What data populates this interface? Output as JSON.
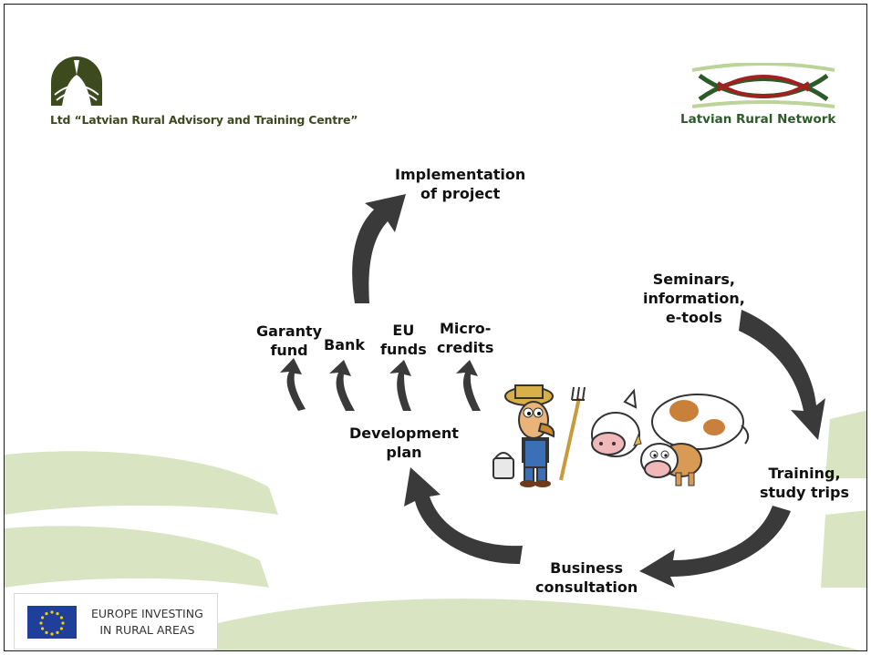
{
  "logos": {
    "left_text": "Ltd “Latvian Rural Advisory and Training Centre”",
    "right_text": "Latvian Rural Network"
  },
  "labels": {
    "implementation": [
      "Implementation",
      "of project"
    ],
    "seminars": [
      "Seminars,",
      "information,",
      "e-tools"
    ],
    "training": [
      "Training,",
      "study trips"
    ],
    "business": [
      "Business",
      "consultation"
    ],
    "development": [
      "Development",
      "plan"
    ],
    "garanty": [
      "Garanty",
      "fund"
    ],
    "bank": "Bank",
    "eu_funds": [
      "EU",
      "funds"
    ],
    "micro": [
      "Micro-",
      "credits"
    ]
  },
  "eu_badge": {
    "line1": "EUROPE INVESTING",
    "line2": "IN RURAL AREAS"
  },
  "colors": {
    "arrow": "#3a3a3a",
    "green_band": "#cfdeb0",
    "left_logo": "#3d4a1e",
    "right_logo_red": "#a32020",
    "right_logo_green": "#2e5a2a",
    "eu_blue": "#1f3f9a",
    "eu_stars": "#f5d000"
  },
  "icons": {
    "left_logo": "sunrise-field-icon",
    "right_logo": "crossed-lines-icon",
    "eu_flag": "eu-flag-icon",
    "illustration": "farmer-and-cows-illustration"
  }
}
